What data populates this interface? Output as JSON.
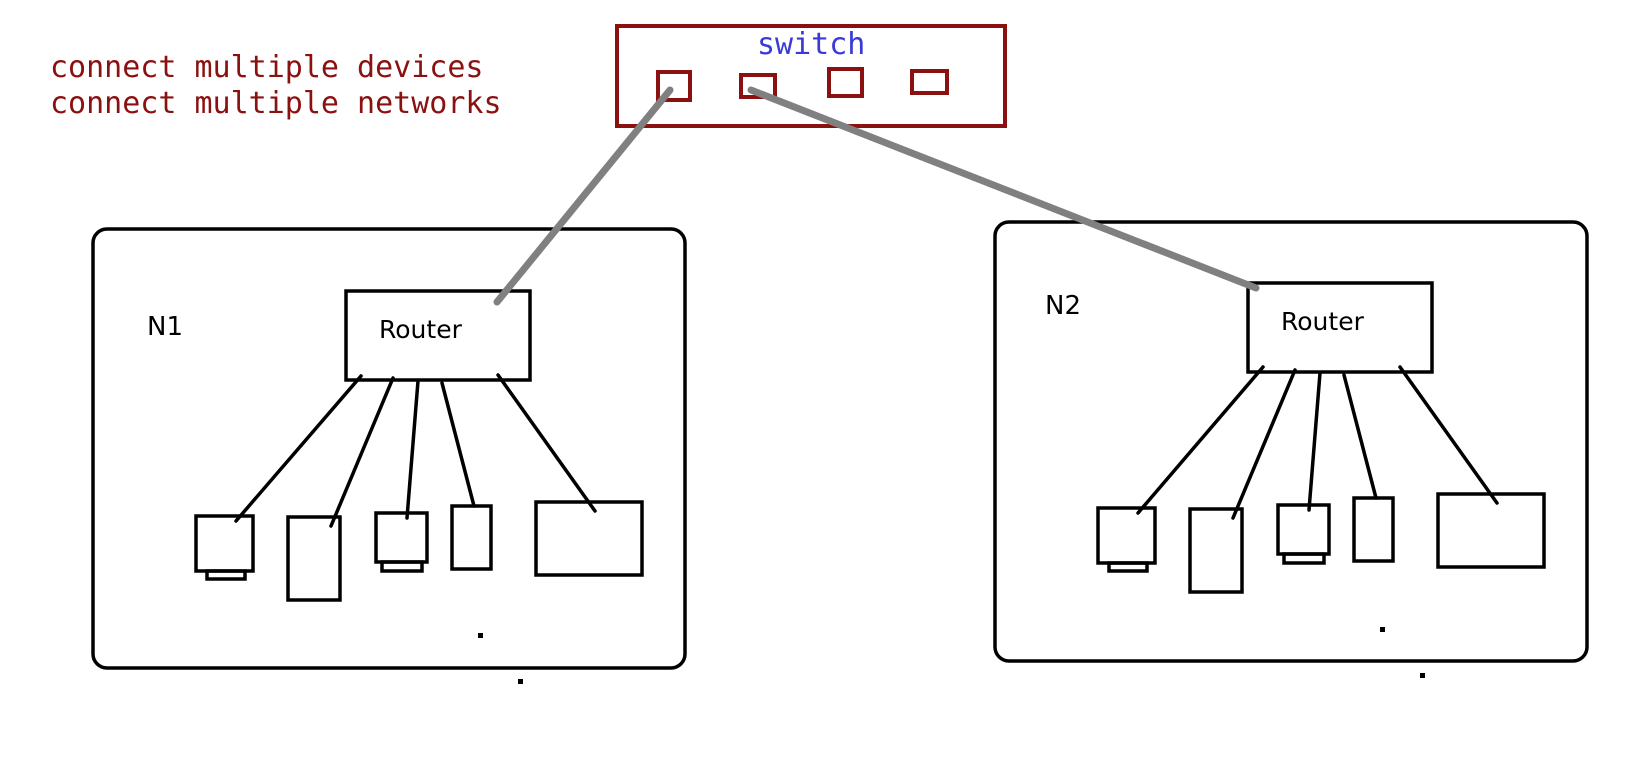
{
  "notes": {
    "line1": "connect multiple devices",
    "line2": "connect multiple networks"
  },
  "switch": {
    "label": "switch"
  },
  "networks": [
    {
      "label": "N1",
      "router_label": "Router"
    },
    {
      "label": "N2",
      "router_label": "Router"
    }
  ],
  "colors": {
    "note_text": "#8b1111",
    "switch_border": "#8b1111",
    "switch_label": "#3a3ad6",
    "uplink": "#808080",
    "lines": "#000000"
  }
}
